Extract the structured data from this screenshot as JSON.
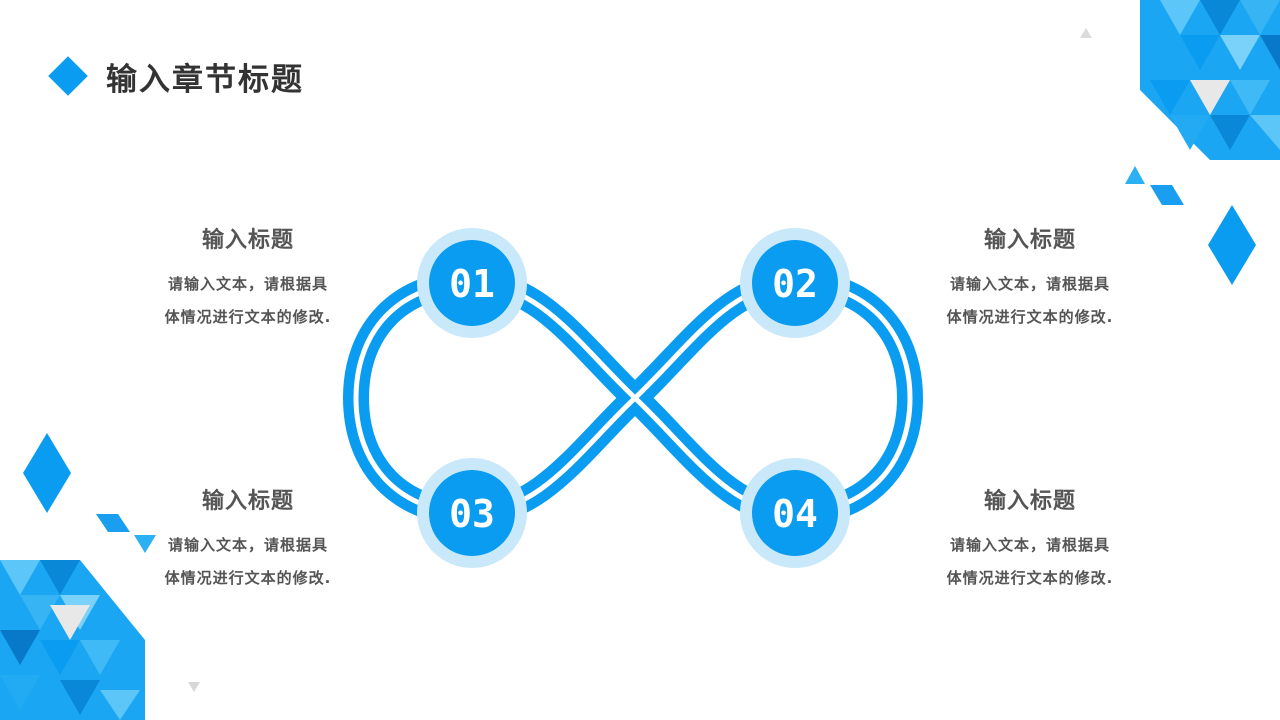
{
  "header": {
    "title": "输入章节标题"
  },
  "items": [
    {
      "num": "01",
      "title": "输入标题",
      "line1": "请输入文本，请根据具",
      "line2": "体情况进行文本的修改."
    },
    {
      "num": "02",
      "title": "输入标题",
      "line1": "请输入文本，请根据具",
      "line2": "体情况进行文本的修改."
    },
    {
      "num": "03",
      "title": "输入标题",
      "line1": "请输入文本，请根据具",
      "line2": "体情况进行文本的修改."
    },
    {
      "num": "04",
      "title": "输入标题",
      "line1": "请输入文本，请根据具",
      "line2": "体情况进行文本的修改."
    }
  ],
  "colors": {
    "accent": "#0a9cf0",
    "halo": "#c9e9fb",
    "text": "#555555",
    "title": "#333333"
  },
  "icons": {
    "header_marker": "diamond-icon"
  }
}
